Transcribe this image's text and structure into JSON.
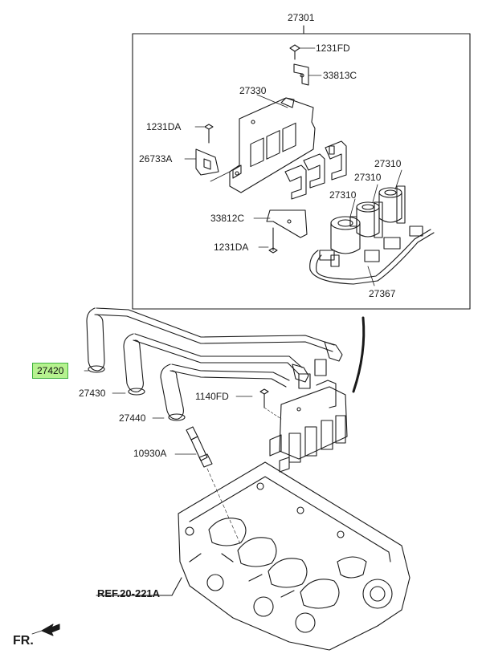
{
  "labels": {
    "assembly": "27301",
    "bolt_top": "1231FD",
    "bracket_top": "33813C",
    "coil_bracket": "27330",
    "bolt_left": "1231DA",
    "bracket_left": "26733A",
    "coil_1": "27310",
    "coil_2": "27310",
    "coil_3": "27310",
    "bracket_bottom": "33812C",
    "bolt_bottom": "1231DA",
    "harness": "27367",
    "cable_1": "27420",
    "cable_2": "27430",
    "cable_3": "27440",
    "bolt_mid": "1140FD",
    "spark_plug": "10930A",
    "ref": "REF.20-221A",
    "front": "FR."
  },
  "colors": {
    "line": "#1a1a1a",
    "highlight_fill": "#b6f28f",
    "highlight_border": "#3fb23f"
  }
}
